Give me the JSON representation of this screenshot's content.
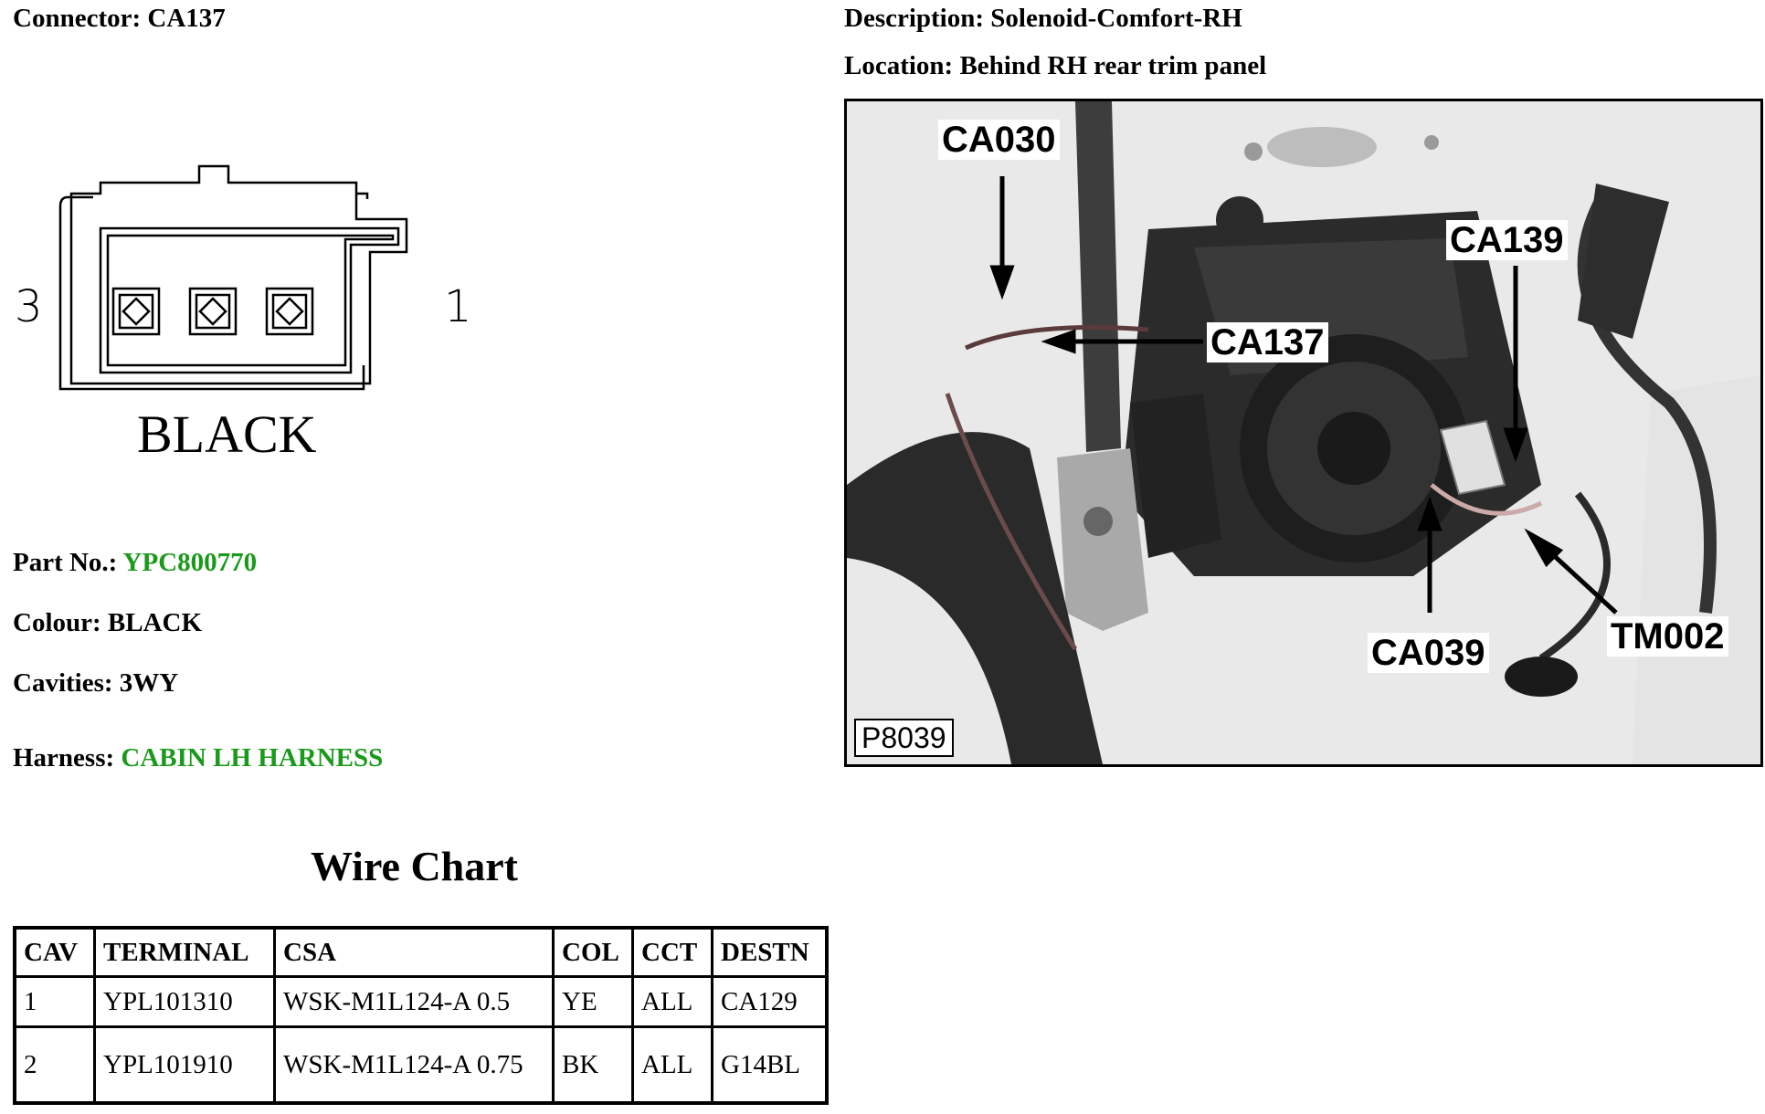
{
  "connector": {
    "label": "Connector:",
    "value": "CA137"
  },
  "description": {
    "label": "Description:",
    "value": "Solenoid-Comfort-RH"
  },
  "location": {
    "label": "Location:",
    "value": "Behind RH rear trim panel"
  },
  "diagram": {
    "left_pin": "3",
    "right_pin": "1",
    "colour_text": "BLACK"
  },
  "part_no": {
    "label": "Part No.:",
    "value": "YPC800770"
  },
  "colour": {
    "label": "Colour:",
    "value": "BLACK"
  },
  "cavities": {
    "label": "Cavities:",
    "value": "3WY"
  },
  "harness": {
    "label": "Harness:",
    "value": "CABIN LH HARNESS"
  },
  "link_color": "#1a9a1a",
  "wire_chart": {
    "title": "Wire Chart",
    "headers": [
      "CAV",
      "TERMINAL",
      "CSA",
      "COL",
      "CCT",
      "DESTN"
    ],
    "rows": [
      [
        "1",
        "YPL101310",
        "WSK-M1L124-A 0.5",
        "YE",
        "ALL",
        "CA129"
      ],
      [
        "2",
        "YPL101910",
        "WSK-M1L124-A 0.75",
        "BK",
        "ALL",
        "G14BL"
      ]
    ]
  },
  "photo": {
    "callouts": [
      "CA030",
      "CA139",
      "CA137",
      "CA039",
      "TM002"
    ],
    "code": "P8039"
  }
}
